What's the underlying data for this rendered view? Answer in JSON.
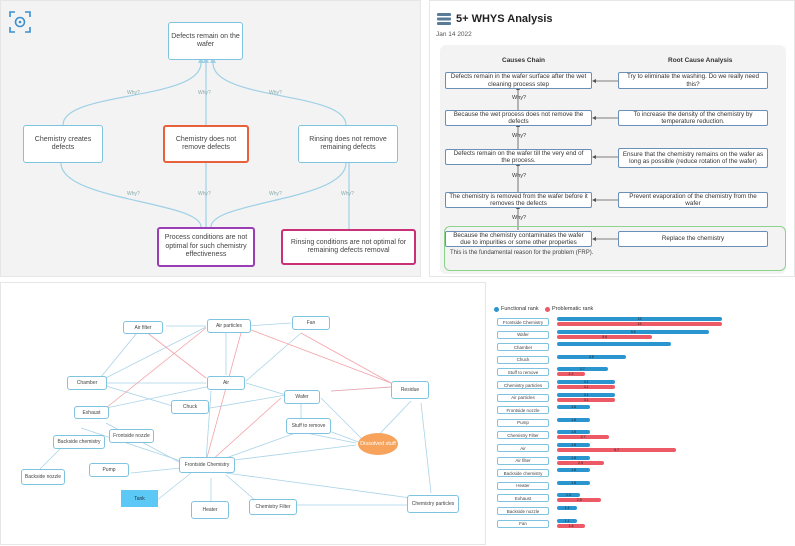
{
  "tree": {
    "nodes": [
      {
        "id": "root",
        "text": "Defects remain on the wafer"
      },
      {
        "id": "chem",
        "text": "Chemistry creates defects"
      },
      {
        "id": "notremove",
        "text": "Chemistry does not remove defects"
      },
      {
        "id": "rinse",
        "text": "Rinsing does not remove remaining defects"
      },
      {
        "id": "process",
        "text": "Process conditions are not optimal for such chemistry effectiveness"
      },
      {
        "id": "rinsecond",
        "text": "Rinsing conditions are not optimal for remaining defects removal"
      }
    ],
    "edge_label": "Why?",
    "colors": {
      "edge": "#9fd0e6",
      "orange": "#e8603c",
      "purple": "#9b3db5",
      "pink": "#c93075"
    }
  },
  "whys": {
    "title": "5+ WHYS Analysis",
    "date": "Jan 14 2022",
    "causes_head": "Causes Chain",
    "root_head": "Root Cause Analysis",
    "why_label": "Why?",
    "causes": [
      "Defects remain in the wafer surface after the wet cleaning process step",
      "Because the wet process does not remove the defects",
      "Defects remain on the wafer till the very end of the process.",
      "The chemistry is removed from the wafer before it removes the defects",
      "Because the chemistry contaminates the wafer due to impurities or some other properties"
    ],
    "roots": [
      "Try to eliminate the washing. Do we really need this?",
      "To increase the density of the chemistry by temperature reduction.",
      "Ensure that the chemistry remains on the wafer as long as possible (reduce rotation of the wafer)",
      "Prevent evaporation of the chemistry from the wafer",
      "Replace the chemistry"
    ],
    "frp": "This is the fundamental reason for the problem (FRP)."
  },
  "network": {
    "nodes": [
      {
        "id": "airfilter",
        "text": "Air filter"
      },
      {
        "id": "airparticles",
        "text": "Air particles"
      },
      {
        "id": "fan",
        "text": "Fan"
      },
      {
        "id": "chamber",
        "text": "Chamber"
      },
      {
        "id": "air",
        "text": "Air"
      },
      {
        "id": "exhaust",
        "text": "Exhaust"
      },
      {
        "id": "chuck",
        "text": "Chuck"
      },
      {
        "id": "wafer",
        "text": "Wafer"
      },
      {
        "id": "residue",
        "text": "Residue"
      },
      {
        "id": "stuff",
        "text": "Stuff to remove"
      },
      {
        "id": "backside",
        "text": "Backside chemistry"
      },
      {
        "id": "frontnozzle",
        "text": "Frontside nozzle"
      },
      {
        "id": "dissolved",
        "text": "Dissolved stuff"
      },
      {
        "id": "pump",
        "text": "Pump"
      },
      {
        "id": "frontchem",
        "text": "Frontside Chemistry"
      },
      {
        "id": "backnozzle",
        "text": "Backside nozzle"
      },
      {
        "id": "tank",
        "text": "Tank"
      },
      {
        "id": "heater",
        "text": "Heater"
      },
      {
        "id": "chemfilter",
        "text": "Chemistry Filter"
      },
      {
        "id": "chemparticles",
        "text": "Chemistry particles"
      }
    ]
  },
  "ranks": {
    "legend": [
      "Functional rank",
      "Problematic rank"
    ],
    "colors": {
      "functional": "#2b95cf",
      "problematic": "#ec5a66"
    },
    "rows": [
      {
        "label": "Frontside Chemistry",
        "f": 13,
        "p": 13,
        "fl": "13",
        "pl": "13"
      },
      {
        "label": "Wafer",
        "f": 12,
        "p": 7.5,
        "fl": "9.5",
        "pl": "5.6"
      },
      {
        "label": "Chamber",
        "f": 9,
        "p": 0,
        "fl": "",
        "pl": ""
      },
      {
        "label": "Chuck",
        "f": 5.4,
        "p": 0,
        "fl": "3.5",
        "pl": ""
      },
      {
        "label": "Stuff to remove",
        "f": 4,
        "p": 2.2,
        "fl": "2.7",
        "pl": "2.2"
      },
      {
        "label": "Chemistry particles",
        "f": 4.6,
        "p": 4.6,
        "fl": "3.1",
        "pl": "3.1"
      },
      {
        "label": "Air particles",
        "f": 4.6,
        "p": 4.6,
        "fl": "3.1",
        "pl": "3.1"
      },
      {
        "label": "Frontside nozzle",
        "f": 2.6,
        "p": 0,
        "fl": "1.8",
        "pl": ""
      },
      {
        "label": "Pump",
        "f": 2.6,
        "p": 0,
        "fl": "1.8",
        "pl": ""
      },
      {
        "label": "Chemistry Filter",
        "f": 2.6,
        "p": 4.1,
        "fl": "1.8",
        "pl": "2.7"
      },
      {
        "label": "Air",
        "f": 2.6,
        "p": 9.4,
        "fl": "1.8",
        "pl": "6.7"
      },
      {
        "label": "Air filter",
        "f": 2.6,
        "p": 3.7,
        "fl": "1.8",
        "pl": "2.5"
      },
      {
        "label": "Backside chemistry",
        "f": 2.6,
        "p": 0,
        "fl": "1.8",
        "pl": ""
      },
      {
        "label": "Heater",
        "f": 2.6,
        "p": 0,
        "fl": "1.8",
        "pl": ""
      },
      {
        "label": "Exhaust",
        "f": 1.8,
        "p": 3.5,
        "fl": "1.3",
        "pl": "2.5"
      },
      {
        "label": "Backside nozzle",
        "f": 1.6,
        "p": 0,
        "fl": "1.1",
        "pl": ""
      },
      {
        "label": "Fan",
        "f": 1.6,
        "p": 2.2,
        "fl": "1.1",
        "pl": "1.5"
      }
    ]
  }
}
